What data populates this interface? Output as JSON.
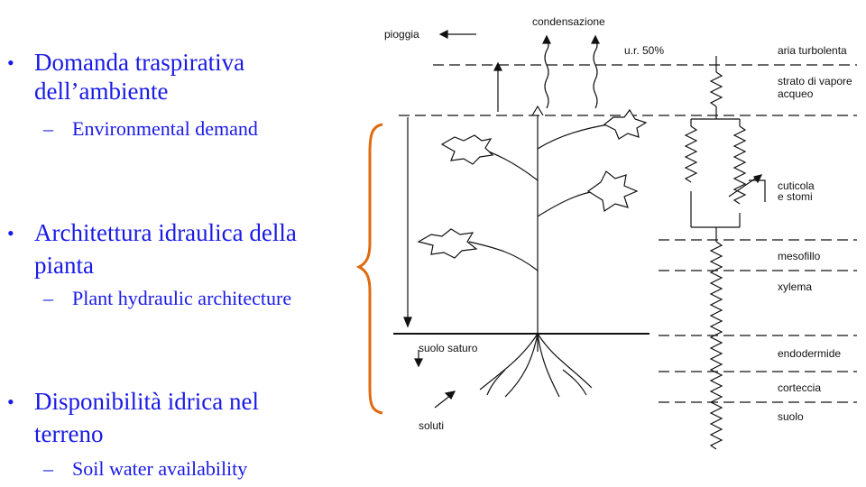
{
  "bullets": [
    {
      "main_line1": "Domanda traspirativa",
      "main_line2": "dell’ambiente",
      "sub": "Environmental demand"
    },
    {
      "main_line1": "Architettura idraulica della",
      "main_line2": "pianta",
      "sub": "Plant hydraulic architecture"
    },
    {
      "main_line1": "Disponibilità idrica nel",
      "main_line2": "terreno",
      "sub": "Soil water availability"
    }
  ],
  "diagram": {
    "pioggia": "pioggia",
    "condensazione": "condensazione",
    "ur": "u.r. 50%",
    "aria": "aria turbolenta",
    "strato1": "strato di vapore",
    "strato2": "acqueo",
    "cuticola1": "cuticola",
    "cuticola2": "e stomi",
    "mesofillo": "mesofillo",
    "xylema": "xylema",
    "suolo_saturo": "suolo saturo",
    "endodermide": "endodermide",
    "corteccia": "corteccia",
    "soluti": "soluti",
    "suolo": "suolo"
  },
  "colors": {
    "bullet_text": "#1a1ae6",
    "brace": "#e06a10",
    "diagram_ink": "#111111"
  }
}
